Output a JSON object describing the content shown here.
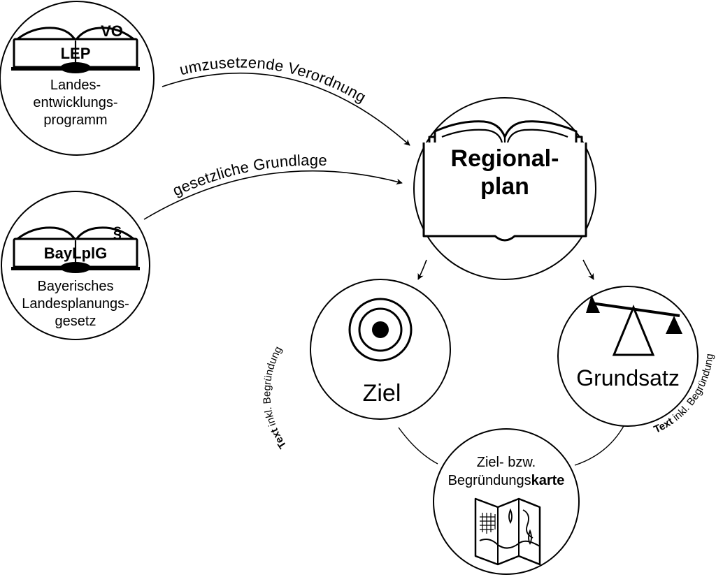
{
  "lep": {
    "badge": "VO",
    "abbr": "LEP",
    "label_lines": [
      "Landes-",
      "entwicklungs-",
      "programm"
    ]
  },
  "baylplg": {
    "badge": "§",
    "abbr": "BayLplG",
    "label_lines": [
      "Bayerisches",
      "Landesplanungs-",
      "gesetz"
    ]
  },
  "arrows": {
    "top_label": "umzusetzende Verordnung",
    "bottom_label": "gesetzliche Grundlage"
  },
  "regionalplan": {
    "title_lines": [
      "Regional-",
      "plan"
    ]
  },
  "ziel": {
    "label": "Ziel",
    "side_bold": "Text",
    "side_rest": " inkl. Begründung",
    "icon": "target-icon"
  },
  "grundsatz": {
    "label": "Grundsatz",
    "side_bold": "Text",
    "side_rest": " inkl. Begründung",
    "icon": "balance-scale-icon"
  },
  "karte": {
    "line1": "Ziel- bzw.",
    "line2_normal": "Begründungs",
    "line2_bold": "karte",
    "icon": "folded-map-icon"
  }
}
